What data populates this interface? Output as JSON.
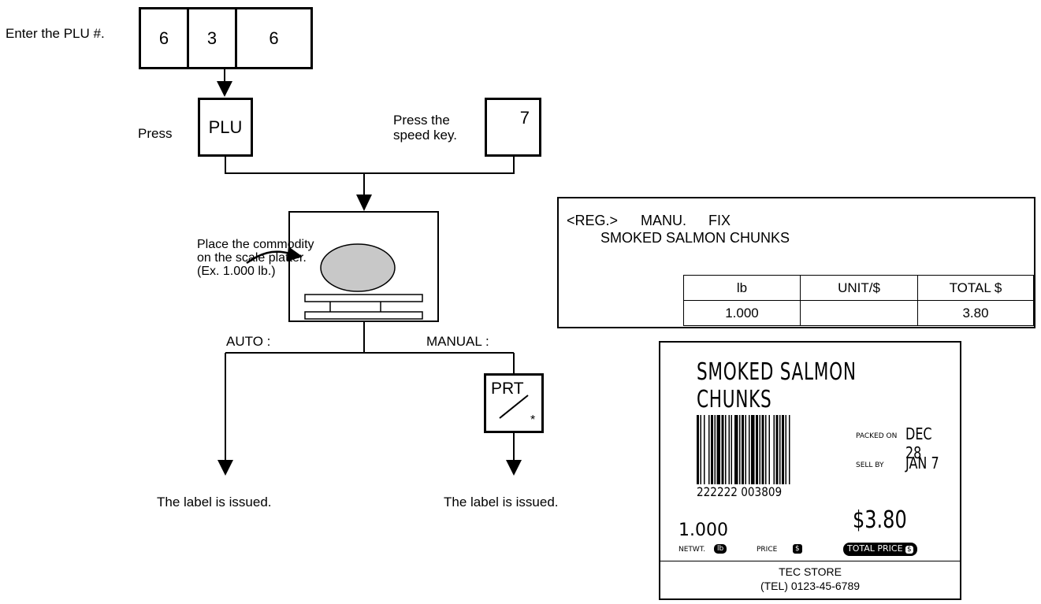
{
  "steps": {
    "enter_plu": "Enter the PLU #.",
    "plu_digits": [
      "6",
      "3",
      "6"
    ],
    "press": "Press",
    "plu_key": "PLU",
    "press_speed_line1": "Press the",
    "press_speed_line2": "speed key.",
    "speed_key": "7",
    "place_line1": "Place the commodity",
    "place_line2": "on the scale platter.",
    "place_line3": "(Ex. 1.000 lb.)",
    "auto": "AUTO :",
    "manual": "MANUAL :",
    "prt_key": "PRT",
    "prt_star": "*",
    "issued_left": "The label is issued.",
    "issued_right": "The label is issued."
  },
  "display": {
    "mode1": "<REG.>",
    "mode2": "MANU.",
    "mode3": "FIX",
    "item": "SMOKED SALMON CHUNKS",
    "headers": [
      "lb",
      "UNIT/$",
      "TOTAL $"
    ],
    "values": [
      "1.000",
      "",
      "3.80"
    ]
  },
  "label": {
    "title": "SMOKED SALMON CHUNKS",
    "packed_on_label": "PACKED ON",
    "packed_on": "DEC 28",
    "sell_by_label": "SELL BY",
    "sell_by": "JAN 7",
    "barcode_number": "222222 003809",
    "weight": "1.000",
    "net_wt_label": "NETWT.",
    "net_wt_unit": "lb",
    "price_label": "PRICE",
    "price_unit": "$",
    "price": "$3.80",
    "total_price_label": "TOTAL PRICE",
    "total_price_unit": "$",
    "store_name": "TEC STORE",
    "store_tel": "(TEL) 0123-45-6789"
  },
  "colors": {
    "commodity_fill": "#c8c8c8"
  }
}
